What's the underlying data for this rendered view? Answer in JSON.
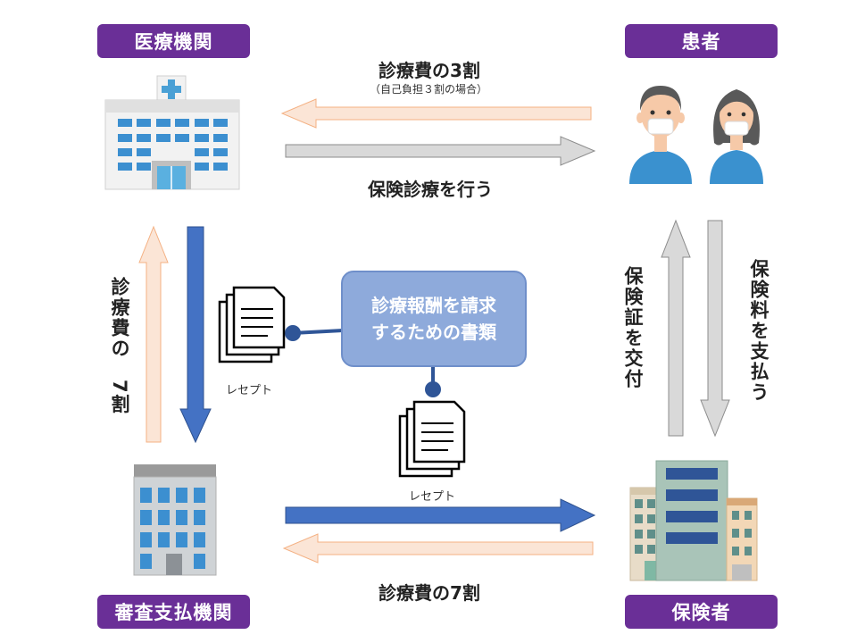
{
  "nodes": {
    "medical_institution": "医療機関",
    "patient": "患者",
    "review_payment": "審査支払機関",
    "insurer": "保険者"
  },
  "flows": {
    "copay": "診療費の3割",
    "copay_note": "（自己負担３割の場合）",
    "insured_treatment": "保険診療を行う",
    "seventy_vertical": "診療費の　7割",
    "card_issue": "保険証を交付",
    "premium": "保険料を支払う",
    "seventy_bottom": "診療費の7割"
  },
  "callout": {
    "line1": "診療報酬を請求",
    "line2": "するための書類"
  },
  "documents": {
    "receipt_left": "レセプト",
    "receipt_center": "レセプト"
  },
  "colors": {
    "badge": "#6a2f97",
    "blue_arrow": "#4472c4",
    "peach_arrow": "#fbe5d6",
    "gray_arrow": "#d9d9d9",
    "callout": "#8eaadb"
  }
}
